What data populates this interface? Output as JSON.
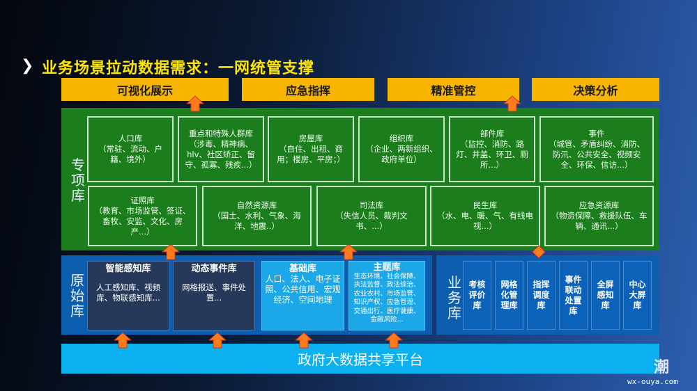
{
  "title": "业务场景拉动数据需求：一网统管支撑",
  "top_buttons": [
    "可视化展示",
    "应急指挥",
    "精准管控",
    "决策分析"
  ],
  "special": {
    "label": "专项库",
    "row1": [
      {
        "name": "人口库",
        "desc": "（常驻、流动、户籍、境外）"
      },
      {
        "name": "重点和特殊人群库",
        "desc": "（涉毒、精神病、hlv、社区矫正、留守、孤寡、残疾...）"
      },
      {
        "name": "房屋库",
        "desc": "（自住、出租、商用；楼房、平房；）"
      },
      {
        "name": "组织库",
        "desc": "（企业、两新组织、政府单位）"
      },
      {
        "name": "部件库",
        "desc": "（监控、消防、路灯、井盖、环卫、厕所...）"
      },
      {
        "name": "事件",
        "desc": "（城管、矛盾纠纷、消防、防汛、公共安全、视频安全、环保、信访...）"
      }
    ],
    "row2": [
      {
        "name": "证照库",
        "desc": "（教育、市场监管、签证、畜牧、安监、文化、房产...）"
      },
      {
        "name": "自然资源库",
        "desc": "（国土、水利、气象、海洋、地震..）"
      },
      {
        "name": "司法库",
        "desc": "（失信人员、裁判文书、...）"
      },
      {
        "name": "民生库",
        "desc": "（水、电、暖、气、有线电视...）"
      },
      {
        "name": "应急资源库",
        "desc": "（物资保障、救援队伍、车辆、通讯...）"
      }
    ]
  },
  "raw": {
    "label": "原始库",
    "items": [
      {
        "name": "智能感知库",
        "desc": "人工感知库、视频库、物联感知库..."
      },
      {
        "name": "动态事件库",
        "desc": "网格报送、事件处置..."
      },
      {
        "name": "基础库",
        "desc": "人口、法人、电子证照、公共信用、宏观经济、空间地理"
      },
      {
        "name": "主题库",
        "desc": "生态环境、社会保障、执法监督、政法综治、农业农村、市场监管、知识产权、应急管理、交通出行、医疗健康、金融风险..."
      }
    ]
  },
  "business": {
    "label": "业务库",
    "items": [
      "考核评价库",
      "网格化管理库",
      "指挥调度库",
      "事件联动处置库",
      "全屏感知库",
      "中心大屏库"
    ]
  },
  "platform": "政府大数据共享平台",
  "watermark": {
    "logo": "潮",
    "site": "wx-ouya.com"
  },
  "colors": {
    "accent": "#ffe600",
    "button": "#f7b500",
    "green": "#1b7d1b",
    "blue": "#0d5eae",
    "arrow": "#ff7a1a"
  }
}
